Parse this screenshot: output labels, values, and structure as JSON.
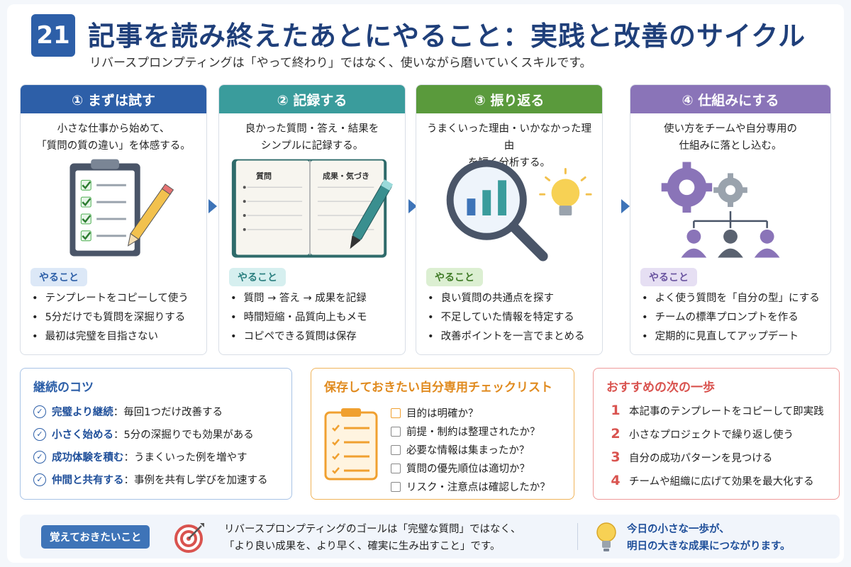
{
  "header": {
    "number": "21",
    "title": "記事を読み終えたあとにやること：実践と改善のサイクル",
    "subtitle": "リバースプロンプティングは「やって終わり」ではなく、使いながら磨いていくスキルです。"
  },
  "colors": {
    "step1": "#2d5fa8",
    "step2": "#3a9c9c",
    "step3": "#5a9a3c",
    "step4": "#8a74b8"
  },
  "steps": [
    {
      "title": "① まずは試す",
      "desc_line1": "小さな仕事から始めて、",
      "desc_line2": "「質問の質の違い」を体感する。",
      "badge": "やること",
      "items": [
        "テンプレートをコピーして使う",
        "5分だけでも質問を深掘りする",
        "最初は完璧を目指さない"
      ],
      "icon": "clipboard-checklist-icon"
    },
    {
      "title": "② 記録する",
      "desc_line1": "良かった質問・答え・結果を",
      "desc_line2": "シンプルに記録する。",
      "badge": "やること",
      "items": [
        "質問 → 答え → 成果を記録",
        "時間短縮・品質向上もメモ",
        "コピペできる質問は保存"
      ],
      "notebook_left": "質問",
      "notebook_right": "成果・気づき",
      "icon": "notebook-icon"
    },
    {
      "title": "③ 振り返る",
      "desc_line1": "うまくいった理由・いかなかった理由",
      "desc_line2": "を短く分析する。",
      "badge": "やること",
      "items": [
        "良い質問の共通点を探す",
        "不足していた情報を特定する",
        "改善ポイントを一言でまとめる"
      ],
      "icon": "magnifier-chart-icon"
    },
    {
      "title": "④ 仕組みにする",
      "desc_line1": "使い方をチームや自分専用の",
      "desc_line2": "仕組みに落とし込む。",
      "badge": "やること",
      "items": [
        "よく使う質問を「自分の型」にする",
        "チームの標準プロンプトを作る",
        "定期的に見直してアップデート"
      ],
      "icon": "gears-team-icon"
    }
  ],
  "tips": {
    "title": "継続のコツ",
    "items": [
      {
        "label": "完璧より継続",
        "text": "：毎回1つだけ改善する"
      },
      {
        "label": "小さく始める",
        "text": "：5分の深掘りでも効果がある"
      },
      {
        "label": "成功体験を積む",
        "text": "：うまくいった例を増やす"
      },
      {
        "label": "仲間と共有する",
        "text": "：事例を共有し学びを加速する"
      }
    ]
  },
  "checklist": {
    "title": "保存しておきたい自分専用チェックリスト",
    "items": [
      "目的は明確か？",
      "前提・制約は整理されたか？",
      "必要な情報は集まったか？",
      "質問の優先順位は適切か？",
      "リスク・注意点は確認したか？"
    ]
  },
  "next": {
    "title": "おすすめの次の一歩",
    "items": [
      {
        "num": "1",
        "text": "本記事のテンプレートをコピーして即実践"
      },
      {
        "num": "2",
        "text": "小さなプロジェクトで繰り返し使う"
      },
      {
        "num": "3",
        "text": "自分の成功パターンを見つける"
      },
      {
        "num": "4",
        "text": "チームや組織に広げて効果を最大化する"
      }
    ]
  },
  "footer": {
    "badge": "覚えておきたいこと",
    "goal_line1": "リバースプロンプティングのゴールは「完璧な質問」ではなく、",
    "goal_line2": "「より良い成果を、より早く、確実に生み出すこと」です。",
    "encourage_line1": "今日の小さな一歩が、",
    "encourage_line2": "明日の大きな成果につながります。"
  }
}
